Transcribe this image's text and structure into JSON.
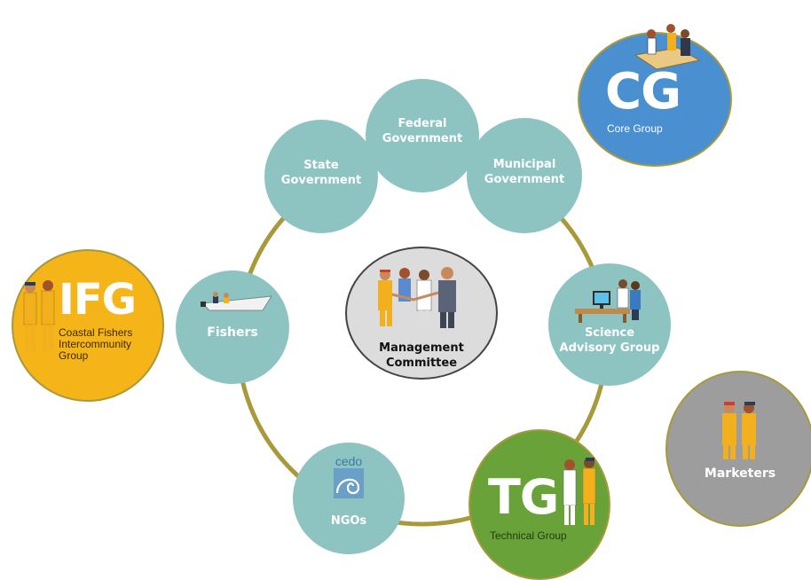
{
  "colors": {
    "node_teal": "#8dc4c2",
    "ring_olive": "#a89a3a",
    "core_blue": "#4a8fd0",
    "ifg_yellow": "#f5b418",
    "tg_green": "#6aa23a",
    "marketers_gray": "#9d9d9d",
    "management_gray": "#dcdcdc"
  },
  "nodes": {
    "federal": {
      "line1": "Federal",
      "line2": "Government"
    },
    "state": {
      "line1": "State",
      "line2": "Government"
    },
    "municipal": {
      "line1": "Municipal",
      "line2": "Government"
    },
    "fishers": {
      "label": "Fishers"
    },
    "science": {
      "line1": "Science",
      "line2": "Advisory Group"
    },
    "ngos": {
      "label": "NGOs",
      "logo_text": "cedo"
    },
    "management": {
      "line1": "Management",
      "line2": "Committee"
    }
  },
  "groups": {
    "core": {
      "abbr": "CG",
      "name": "Core Group"
    },
    "ifg": {
      "abbr": "IFG",
      "line1": "Coastal Fishers",
      "line2": "Intercommunity",
      "line3": "Group"
    },
    "technical": {
      "abbr": "TG",
      "name": "Technical Group"
    },
    "marketers": {
      "label": "Marketers"
    }
  },
  "icons": [
    "people-meeting-icon",
    "boat-icon",
    "scientist-computer-icon",
    "handshake-icon",
    "fishers-pair-icon",
    "cedo-logo-icon",
    "technicians-icon"
  ]
}
